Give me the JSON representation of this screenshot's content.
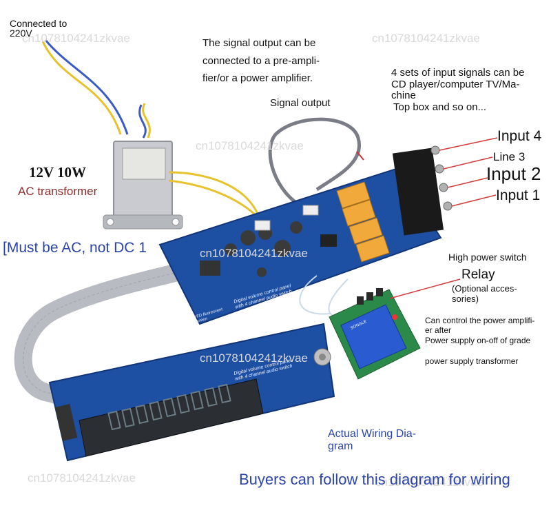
{
  "labels": {
    "connected": "Connected to\n220V",
    "signal_output_desc": "The signal output can be\nconnected to a pre-ampli-\nfier/or a power amplifier.",
    "signal_output": "Signal output",
    "input_sets": "4 sets of input signals can be\nCD player/computer TV/Ma-\nchine",
    "top_box": "Top box and so on...",
    "transformer_rating": "12V 10W",
    "transformer": "AC transformer",
    "must_be_ac": "[Must be AC, not DC 1",
    "input4": "Input 4",
    "input3": "Line 3",
    "input2": "Input 2",
    "input1": "Input 1",
    "high_power_switch": "High power switch",
    "relay": "Relay",
    "optional": "(Optional acces-\nsories)",
    "control_power": "Can control the power amplifi-\ner after",
    "power_supply_grade": "Power supply on-off of grade",
    "power_supply_transformer": "power supply transformer",
    "wiring_diagram": "Actual Wiring Dia-\ngram",
    "buyers": "Buyers can follow this diagram for wiring"
  },
  "board": {
    "main_board_print": "Digital volume control panel\nwith 4 channel audio switch",
    "vfd_tag": "VFD fluorescent\nscreen",
    "display_board_print": "Digital volume control panel\nwith 4 channel audio switch",
    "relay_brand": "SONGLE"
  },
  "watermark": "cn1078104241zkvae",
  "colors": {
    "pcb": "#1d4fa3",
    "pcb_edge": "#12357a",
    "relay_yellow": "#f0a93a",
    "rca_black": "#1a1a1a",
    "ribbon": "#b8bcc2",
    "wire_yellow": "#e8c22a",
    "wire_blue": "#3a5ac8",
    "relay_blue": "#2a5bd0",
    "text_blue": "#2a44a8"
  }
}
